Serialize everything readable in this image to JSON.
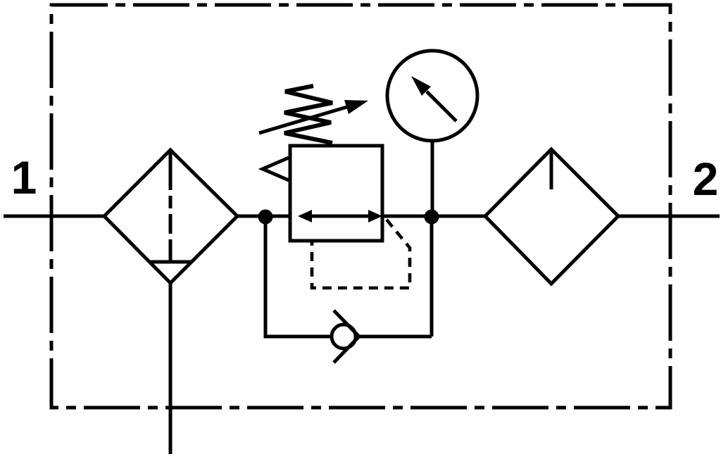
{
  "diagram": {
    "kind": "pneumatic-schematic",
    "description": "Compressed-air service unit: filter with water separator and manual drain, adjustable relieving pressure regulator with pilot line and pressure gauge, bypass check valve, lubricator, enclosed in a dash-dot assembly boundary",
    "colors": {
      "line": "#000000",
      "background": "#ffffff"
    },
    "ports": {
      "inlet": {
        "label": "1"
      },
      "outlet": {
        "label": "2"
      }
    },
    "components": [
      {
        "id": "assembly-boundary",
        "name": "assembly enclosure (dash-dot frame)"
      },
      {
        "id": "filter-water-separator",
        "name": "filter with water separator and drain line"
      },
      {
        "id": "pressure-regulator",
        "name": "adjustable pressure regulator with spring, relief vent and pilot line"
      },
      {
        "id": "pressure-gauge",
        "name": "pressure gauge"
      },
      {
        "id": "check-valve-bypass",
        "name": "bypass check valve"
      },
      {
        "id": "lubricator",
        "name": "lubricator"
      }
    ]
  }
}
